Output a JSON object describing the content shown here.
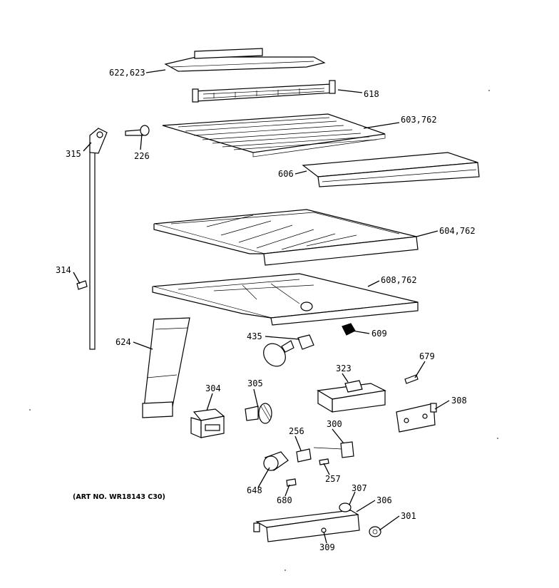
{
  "labels": {
    "p622_623": "622,623",
    "p618": "618",
    "p603_762": "603,762",
    "p315": "315",
    "p226": "226",
    "p606": "606",
    "p604_762": "604,762",
    "p314": "314",
    "p608_762": "608,762",
    "p624": "624",
    "p435": "435",
    "p609": "609",
    "p679": "679",
    "p323": "323",
    "p304": "304",
    "p305": "305",
    "p308": "308",
    "p256": "256",
    "p300": "300",
    "p257": "257",
    "p648": "648",
    "p680": "680",
    "p307": "307",
    "p306": "306",
    "p301": "301",
    "p309": "309"
  },
  "art_number": "(ART NO. WR18143 C30)"
}
